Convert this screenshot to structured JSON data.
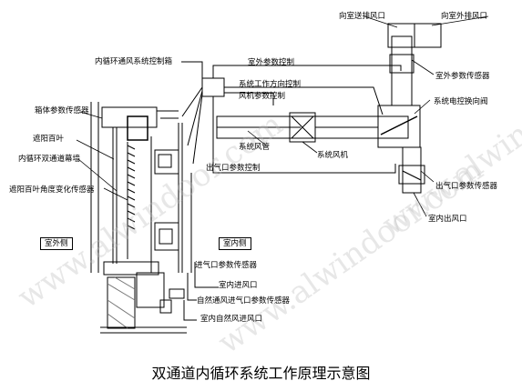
{
  "caption": "双通道内循环系统工作原理示意图",
  "watermark": "www.alwindoor.com",
  "labels": {
    "indoor_supply_exhaust": "向室送排风口",
    "outdoor_exhaust": "向室外排风口",
    "control_box": "内循环通风系统控制箱",
    "outdoor_param_control": "室外参数控制",
    "outdoor_param_sensor": "室外参数传感器",
    "work_direction_control": "系统工作方向控制",
    "fan_param_control": "风机参数控制",
    "electric_valve": "系统电控换向阀",
    "cavity_sensor": "箱体参数传感器",
    "sunshade": "遮阳百叶",
    "double_channel_wall": "内循环双通道幕墙",
    "blind_angle_sensor": "遮阳百叶角度变化传感器",
    "system_duct": "系统风管",
    "system_fan": "系统风机",
    "outlet_param_control": "出气口参数控制",
    "outlet_param_sensor": "出气口参数传感器",
    "indoor_outlet": "室内出风口",
    "outdoor_side": "室外侧",
    "indoor_side": "室内侧",
    "inlet_param_sensor_1": "进气口参数传感器",
    "indoor_inlet": "室内进风口",
    "natural_inlet_sensor": "自然通风进气口参数传感器",
    "natural_inlet": "室内自然风进风口"
  }
}
